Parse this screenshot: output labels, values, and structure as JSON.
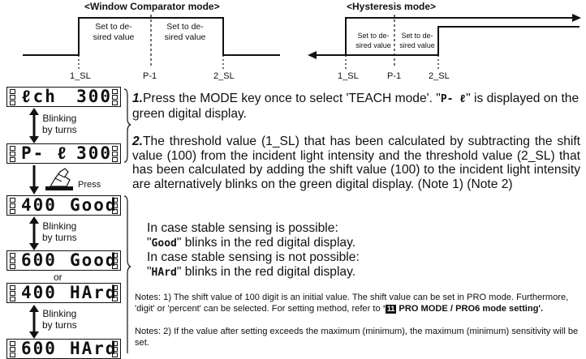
{
  "diagrams": {
    "window": {
      "title": "<Window Comparator mode>",
      "box_left": "Set to de- sired value",
      "box_right": "Set to de- sired value",
      "labels": [
        "1_SL",
        "P-1",
        "2_SL"
      ]
    },
    "hysteresis": {
      "title": "<Hysteresis mode>",
      "box_left": "Set to de- sired value",
      "box_right": "Set to de- sired value",
      "labels": [
        "1_SL",
        "P-1",
        "2_SL"
      ]
    }
  },
  "displays": [
    {
      "left": "ℓch",
      "right": "300"
    },
    {
      "left": "P- ℓ",
      "right": "300"
    },
    {
      "left": "400",
      "right": "Good"
    },
    {
      "left": "600",
      "right": "Good"
    },
    {
      "left": "400",
      "right": "HArd"
    },
    {
      "left": "600",
      "right": "HArd"
    }
  ],
  "transitions": {
    "blink": [
      "Blinking",
      "by turns"
    ],
    "press": "Press",
    "or": "or"
  },
  "steps": {
    "s1_num": "1.",
    "s1_a": "Press the MODE key once to select 'TEACH mode'. \"",
    "s1_code": "P- ℓ",
    "s1_b": "\" is displayed on the green digital display.",
    "s2_num": "2.",
    "s2_text": "The threshold value (1_SL) that has been calculated by subtracting the shift value (100) from the incident light intensity and the threshold value (2_SL) that has been calculated by adding the shift value (100) to the incident light intensity are alternatively blinks on the green digital display. (Note 1) (Note 2)",
    "stable_possible": "In case stable sensing is possible:",
    "good_code": "Good",
    "good_text": "\" blinks in the red digital display.",
    "stable_not": "In case stable sensing is not possible:",
    "hard_code": "HArd",
    "hard_text": "\" blinks in the red digital display."
  },
  "notes": {
    "n1_a": "Notes: 1) The shift value of 100 digit is an initial value. The shift value can be set in PRO mode. Furthermore, 'digit' or 'percent' can be selected. For setting method, refer to",
    "n1_b": "PRO MODE / PRO6 mode setting'.",
    "n1_icon": "11",
    "n2": "Notes: 2) If the value after setting exceeds the maximum (minimum), the maximum (minimum) sensitivity will be set."
  }
}
